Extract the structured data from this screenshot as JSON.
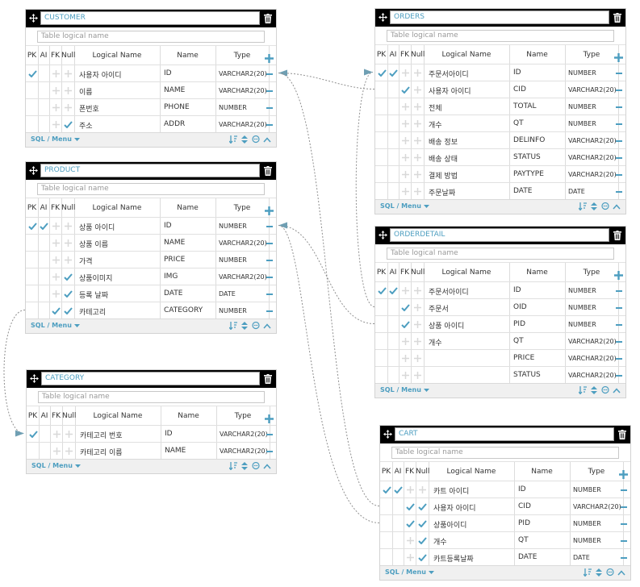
{
  "ui": {
    "logical_placeholder": "Table logical name",
    "sql_menu_label": "SQL / Menu",
    "accent": "#4d9ec0",
    "icons": [
      "move-icon",
      "trash-icon",
      "plus-icon",
      "minus-icon",
      "check-icon",
      "key-icon",
      "sort-icon",
      "chevron-up-down-icon",
      "comment-icon",
      "chevron-up-icon",
      "caret-down-icon"
    ]
  },
  "headers": {
    "pk": "PK",
    "ai": "AI",
    "fk": "FK",
    "null": "Null",
    "logical": "Logical Name",
    "name": "Name",
    "type": "Type"
  },
  "tables": [
    {
      "id": "customer",
      "name": "CUSTOMER",
      "rows": [
        {
          "pk": true,
          "ai": false,
          "fk": false,
          "nn": false,
          "logical": "사용자 아이디",
          "name": "ID",
          "type": "VARCHAR2(20)"
        },
        {
          "pk": false,
          "ai": false,
          "fk": false,
          "nn": false,
          "logical": "이름",
          "name": "NAME",
          "type": "VARCHAR2(20)"
        },
        {
          "pk": false,
          "ai": false,
          "fk": false,
          "nn": false,
          "logical": "폰번호",
          "name": "PHONE",
          "type": "NUMBER"
        },
        {
          "pk": false,
          "ai": false,
          "fk": false,
          "nn": true,
          "logical": "주소",
          "name": "ADDR",
          "type": "VARCHAR2(20)"
        }
      ]
    },
    {
      "id": "product",
      "name": "PRODUCT",
      "rows": [
        {
          "pk": true,
          "ai": true,
          "fk": false,
          "nn": false,
          "logical": "상품 아이디",
          "name": "ID",
          "type": "NUMBER"
        },
        {
          "pk": false,
          "ai": false,
          "fk": false,
          "nn": false,
          "logical": "상품 이름",
          "name": "NAME",
          "type": "VARCHAR2(20)"
        },
        {
          "pk": false,
          "ai": false,
          "fk": false,
          "nn": false,
          "logical": "가격",
          "name": "PRICE",
          "type": "NUMBER"
        },
        {
          "pk": false,
          "ai": false,
          "fk": false,
          "nn": true,
          "logical": "상품이미지",
          "name": "IMG",
          "type": "VARCHAR2(20)"
        },
        {
          "pk": false,
          "ai": false,
          "fk": false,
          "nn": true,
          "logical": "등록 날짜",
          "name": "DATE",
          "type": "DATE"
        },
        {
          "pk": false,
          "ai": false,
          "fk": true,
          "nn": true,
          "logical": "카테고리",
          "name": "CATEGORY",
          "type": "NUMBER"
        }
      ]
    },
    {
      "id": "category",
      "name": "CATEGORY",
      "rows": [
        {
          "pk": true,
          "ai": false,
          "fk": false,
          "nn": false,
          "logical": "카테고리 번호",
          "name": "ID",
          "type": "VARCHAR2(20)"
        },
        {
          "pk": false,
          "ai": false,
          "fk": false,
          "nn": false,
          "logical": "카테고리 이름",
          "name": "NAME",
          "type": "VARCHAR2(20)"
        }
      ]
    },
    {
      "id": "orders",
      "name": "ORDERS",
      "rows": [
        {
          "pk": true,
          "ai": true,
          "fk": false,
          "nn": false,
          "logical": "주문서아이디",
          "name": "ID",
          "type": "NUMBER"
        },
        {
          "pk": false,
          "ai": false,
          "fk": true,
          "nn": false,
          "logical": "사용자 아이디",
          "name": "CID",
          "type": "VARCHAR2(20)"
        },
        {
          "pk": false,
          "ai": false,
          "fk": false,
          "nn": false,
          "logical": "전체",
          "name": "TOTAL",
          "type": "NUMBER"
        },
        {
          "pk": false,
          "ai": false,
          "fk": false,
          "nn": false,
          "logical": "개수",
          "name": "QT",
          "type": "NUMBER"
        },
        {
          "pk": false,
          "ai": false,
          "fk": false,
          "nn": false,
          "logical": "배송 정보",
          "name": "DELINFO",
          "type": "VARCHAR2(20)"
        },
        {
          "pk": false,
          "ai": false,
          "fk": false,
          "nn": false,
          "logical": "배송 상태",
          "name": "STATUS",
          "type": "VARCHAR2(20)"
        },
        {
          "pk": false,
          "ai": false,
          "fk": false,
          "nn": false,
          "logical": "결제 방법",
          "name": "PAYTYPE",
          "type": "VARCHAR2(20)"
        },
        {
          "pk": false,
          "ai": false,
          "fk": false,
          "nn": false,
          "logical": "주문날짜",
          "name": "DATE",
          "type": "DATE"
        }
      ]
    },
    {
      "id": "orderdetail",
      "name": "ORDERDETAIL",
      "rows": [
        {
          "pk": true,
          "ai": true,
          "fk": false,
          "nn": false,
          "logical": "주문서아이디",
          "name": "ID",
          "type": "NUMBER"
        },
        {
          "pk": false,
          "ai": false,
          "fk": true,
          "nn": false,
          "logical": "주문서",
          "name": "OID",
          "type": "NUMBER"
        },
        {
          "pk": false,
          "ai": false,
          "fk": true,
          "nn": false,
          "logical": "상품 아이디",
          "name": "PID",
          "type": "NUMBER"
        },
        {
          "pk": false,
          "ai": false,
          "fk": false,
          "nn": false,
          "logical": "개수",
          "name": "QT",
          "type": "VARCHAR2(20)"
        },
        {
          "pk": false,
          "ai": false,
          "fk": false,
          "nn": false,
          "logical": "",
          "name": "PRICE",
          "type": "VARCHAR2(20)"
        },
        {
          "pk": false,
          "ai": false,
          "fk": false,
          "nn": false,
          "logical": "",
          "name": "STATUS",
          "type": "VARCHAR2(20)"
        }
      ]
    },
    {
      "id": "cart",
      "name": "CART",
      "rows": [
        {
          "pk": true,
          "ai": true,
          "fk": false,
          "nn": false,
          "logical": "카트 아이디",
          "name": "ID",
          "type": "NUMBER"
        },
        {
          "pk": false,
          "ai": false,
          "fk": true,
          "nn": true,
          "logical": "사용자 아이디",
          "name": "CID",
          "type": "VARCHAR2(20)"
        },
        {
          "pk": false,
          "ai": false,
          "fk": true,
          "nn": true,
          "logical": "상품아이디",
          "name": "PID",
          "type": "NUMBER"
        },
        {
          "pk": false,
          "ai": false,
          "fk": false,
          "nn": true,
          "logical": "개수",
          "name": "QT",
          "type": "NUMBER"
        },
        {
          "pk": false,
          "ai": false,
          "fk": false,
          "nn": true,
          "logical": "카트등록날짜",
          "name": "DATE",
          "type": "DATE"
        }
      ]
    }
  ],
  "relations": [
    {
      "from": "orders.CID",
      "to": "customer.ID"
    },
    {
      "from": "cart.CID",
      "to": "customer.ID"
    },
    {
      "from": "orderdetail.PID",
      "to": "product.ID"
    },
    {
      "from": "cart.PID",
      "to": "product.ID"
    },
    {
      "from": "product.CATEGORY",
      "to": "category.ID"
    },
    {
      "from": "orderdetail.OID",
      "to": "orders.ID"
    }
  ]
}
